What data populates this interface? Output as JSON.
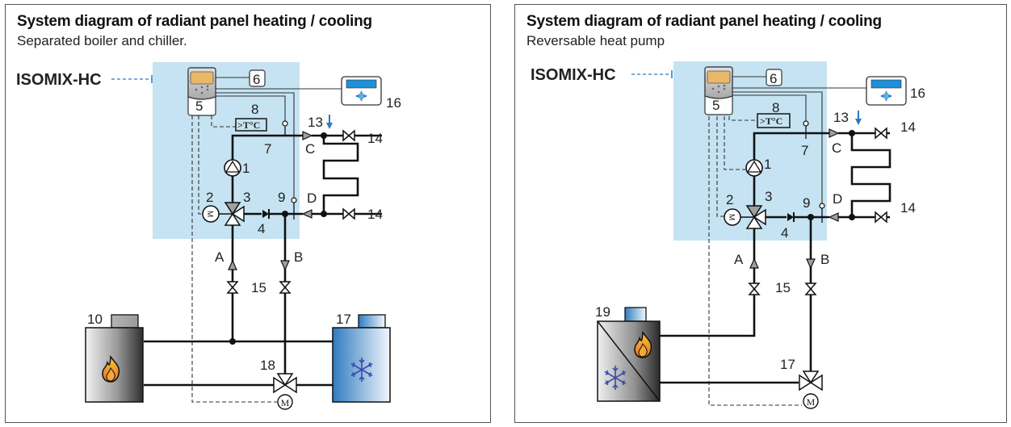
{
  "panels": [
    {
      "title": "System diagram of radiant panel heating / cooling",
      "subtitle": "Separated boiler and chiller.",
      "product_label": "ISOMIX-HC",
      "labels": {
        "pump": "1",
        "actuator": "2",
        "mixing_valve": "3",
        "check_valve": "4",
        "controller": "5",
        "controller_ref": "6",
        "supply_probe": "7",
        "safety_thermostat": "8",
        "return_probe": "9",
        "boiler": "10",
        "flow_direction": "13",
        "manifold_valves": "14",
        "isolating_valves": "15",
        "room_thermostat": "16",
        "chiller": "17",
        "diverter_valve": "18",
        "port_a": "A",
        "port_b": "B",
        "port_c": "C",
        "port_d": "D"
      },
      "thermostat_text": ">T°C",
      "motor_text": "M"
    },
    {
      "title": "System diagram of radiant panel heating / cooling",
      "subtitle": "Reversable heat pump",
      "product_label": "ISOMIX-HC",
      "labels": {
        "pump": "1",
        "actuator": "2",
        "mixing_valve": "3",
        "check_valve": "4",
        "controller": "5",
        "controller_ref": "6",
        "supply_probe": "7",
        "safety_thermostat": "8",
        "return_probe": "9",
        "flow_direction": "13",
        "manifold_valves": "14",
        "isolating_valves": "15",
        "room_thermostat": "16",
        "diverter_valve": "17",
        "heat_pump": "19",
        "port_a": "A",
        "port_b": "B",
        "port_c": "C",
        "port_d": "D"
      },
      "thermostat_text": ">T°C",
      "motor_text": "M"
    }
  ],
  "colors": {
    "module_bg": "#c5e3f2",
    "accent_blue": "#2a7bc0",
    "controller_screen": "#e8b868",
    "snowflake": "#3a4aa8"
  }
}
